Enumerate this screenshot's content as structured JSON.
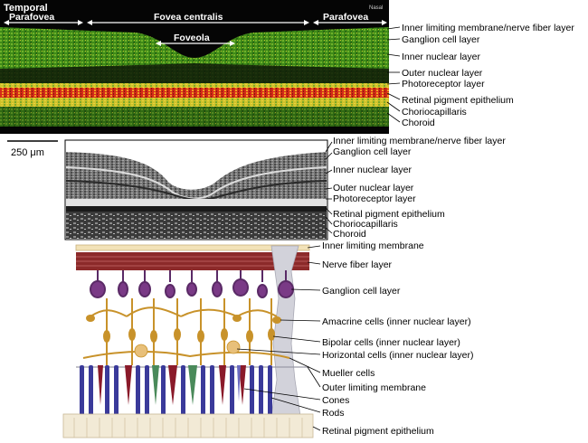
{
  "oct_panel": {
    "corner_label": "Temporal",
    "nasal_label": "Nasal",
    "region_labels": {
      "left": "Parafovea",
      "center": "Fovea centralis",
      "right": "Parafovea",
      "inner": "Foveola"
    },
    "layer_labels": [
      "Inner limiting membrane/nerve fiber layer",
      "Ganglion cell layer",
      "Inner nuclear layer",
      "Outer nuclear layer",
      "Photoreceptor layer",
      "Retinal pigment epithelium",
      "Choriocapillaris",
      "Choroid"
    ]
  },
  "scale_bar": {
    "label": "250 μm"
  },
  "histology_panel": {
    "layer_labels": [
      "Inner limiting membrane/nerve fiber layer",
      "Ganglion cell layer",
      "Inner nuclear layer",
      "Outer nuclear layer",
      "Photoreceptor layer",
      "Retinal pigment epithelium",
      "Choriocapillaris",
      "Choroid"
    ]
  },
  "schematic_panel": {
    "labels": [
      "Inner limiting membrane",
      "Nerve fiber layer",
      "Ganglion cell layer",
      "Amacrine cells (inner nuclear layer)",
      "Bipolar cells (inner nuclear layer)",
      "Horizontal cells (inner nuclear layer)",
      "Mueller cells",
      "Outer limiting membrane",
      "Cones",
      "Rods",
      "Retinal pigment epithelium"
    ]
  },
  "colors": {
    "oct_background": "#0a0a0a",
    "oct_green": "#4f9a1e",
    "oct_yellow": "#d6cc2a",
    "oct_red": "#d42a18",
    "nerve_fiber": "#8c2a2a",
    "ganglion": "#7a3a86",
    "bipolar": "#c8922a",
    "rod": "#3a3a9a",
    "cone": "#8a1a2a",
    "cone_green": "#4a8a5a",
    "rpe": "#f2ead6",
    "mueller": "#cfcfd6"
  }
}
